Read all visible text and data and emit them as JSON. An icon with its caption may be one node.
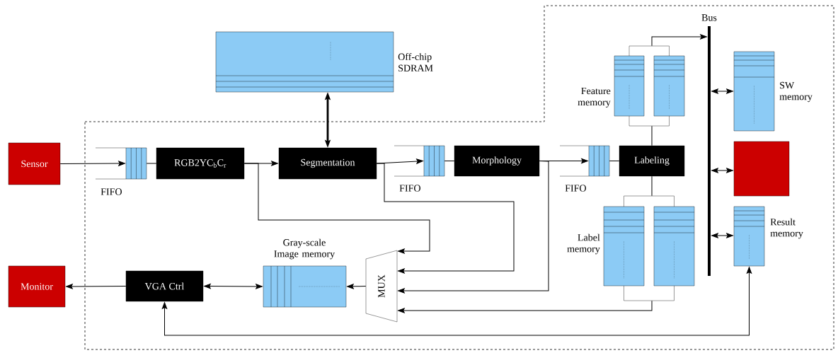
{
  "diagram": {
    "nodes": [
      {
        "text": [
          "Sensor"
        ]
      },
      {
        "text": [
          "FIFO"
        ]
      },
      {
        "text": [
          "RGB2YC$_{b}$C$_{r}$"
        ]
      },
      {
        "text": [
          "Segmentation"
        ]
      },
      {
        "text": [
          "Off-chip SDRAM"
        ]
      },
      {
        "text": [
          "FIFO"
        ]
      },
      {
        "text": [
          "Morphology"
        ]
      },
      {
        "text": [
          "FIFO"
        ]
      },
      {
        "text": [
          "Labeling"
        ]
      },
      {
        "text": [
          "Feature memory"
        ]
      },
      {
        "text": [
          "Bus"
        ]
      },
      {
        "text": [
          "SW memory"
        ]
      },
      {
        "text": [],
        "shape": "box"
      },
      {
        "text": [
          "Label memory"
        ]
      },
      {
        "text": [
          "Result memory"
        ]
      },
      {
        "text": [
          "Gray-scale Image memory"
        ]
      },
      {
        "text": [
          "MUX"
        ]
      },
      {
        "text": [
          "VGA Ctrl"
        ]
      },
      {
        "text": [
          "Monitor"
        ]
      }
    ],
    "edges": [
      {
        "from": 0,
        "to": 1,
        "arrow": "to"
      },
      {
        "from": 1,
        "to": 2,
        "arrow": "none"
      },
      {
        "from": 2,
        "to": 3,
        "arrow": "to"
      },
      {
        "from": 4,
        "to": 3,
        "arrow": "both",
        "style": "thick"
      },
      {
        "from": 3,
        "to": 5,
        "arrow": "to"
      },
      {
        "from": 5,
        "to": 6,
        "arrow": "none"
      },
      {
        "from": 6,
        "to": 7,
        "arrow": "to"
      },
      {
        "from": 7,
        "to": 8,
        "arrow": "none"
      },
      {
        "from": 8,
        "to": 9,
        "arrow": "none"
      },
      {
        "from": 8,
        "to": 13,
        "arrow": "none"
      },
      {
        "from": 9,
        "to": 10,
        "arrow": "to"
      },
      {
        "from": 10,
        "to": 11,
        "arrow": "both"
      },
      {
        "from": 10,
        "to": 12,
        "arrow": "both"
      },
      {
        "from": 10,
        "to": 14,
        "arrow": "both"
      },
      {
        "from": 2,
        "to": 16,
        "arrow": "to"
      },
      {
        "from": 3,
        "to": 16,
        "arrow": "to"
      },
      {
        "from": 6,
        "to": 16,
        "arrow": "to"
      },
      {
        "from": 13,
        "to": 16,
        "arrow": "to"
      },
      {
        "from": 16,
        "to": 15,
        "arrow": "to"
      },
      {
        "from": 17,
        "to": 15,
        "arrow": "both"
      },
      {
        "from": 17,
        "to": 18,
        "arrow": "to"
      },
      {
        "from": 17,
        "to": 14,
        "arrow": "both"
      }
    ]
  }
}
